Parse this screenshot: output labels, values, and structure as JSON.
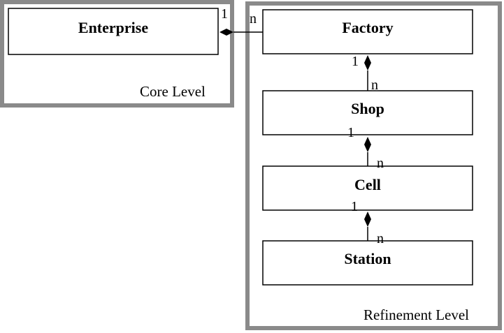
{
  "levels": {
    "core": "Core Level",
    "refinement": "Refinement Level"
  },
  "entities": {
    "enterprise": "Enterprise",
    "factory": "Factory",
    "shop": "Shop",
    "cell": "Cell",
    "station": "Station"
  },
  "relations": {
    "enterprise_factory": {
      "one": "1",
      "many": "n"
    },
    "factory_shop": {
      "one": "1",
      "many": "n"
    },
    "shop_cell": {
      "one": "1",
      "many": "n"
    },
    "cell_station": {
      "one": "1",
      "many": "n"
    }
  }
}
